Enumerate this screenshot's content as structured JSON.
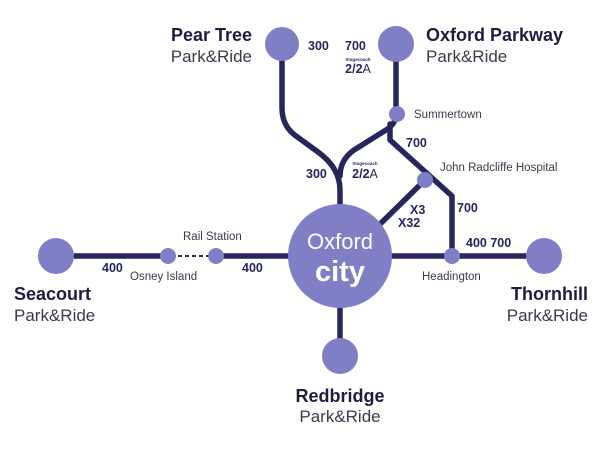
{
  "center": {
    "line1": "Oxford",
    "line2": "city"
  },
  "park_and_ride": {
    "pear_tree": {
      "name": "Pear Tree",
      "sub": "Park&Ride"
    },
    "oxford_parkway": {
      "name": "Oxford Parkway",
      "sub": "Park&Ride"
    },
    "seacourt": {
      "name": "Seacourt",
      "sub": "Park&Ride"
    },
    "thornhill": {
      "name": "Thornhill",
      "sub": "Park&Ride"
    },
    "redbridge": {
      "name": "Redbridge",
      "sub": "Park&Ride"
    }
  },
  "stations": {
    "summertown": "Summertown",
    "john_radcliffe": "John Radcliffe Hospital",
    "rail_station": "Rail Station",
    "osney_island": "Osney Island",
    "headington": "Headington"
  },
  "routes": {
    "r300": "300",
    "r700": "700",
    "r400": "400",
    "x3": "X3",
    "x32": "X32",
    "r400_700": "400 700",
    "stagecoach": "Stagecoach",
    "r2_num": "2",
    "r2_sep": "/",
    "r2a_num": "2",
    "r2a_letter": "A"
  },
  "colors": {
    "line": "#27265c",
    "stop": "#7f7fc6",
    "text": "#1e1d3f"
  }
}
